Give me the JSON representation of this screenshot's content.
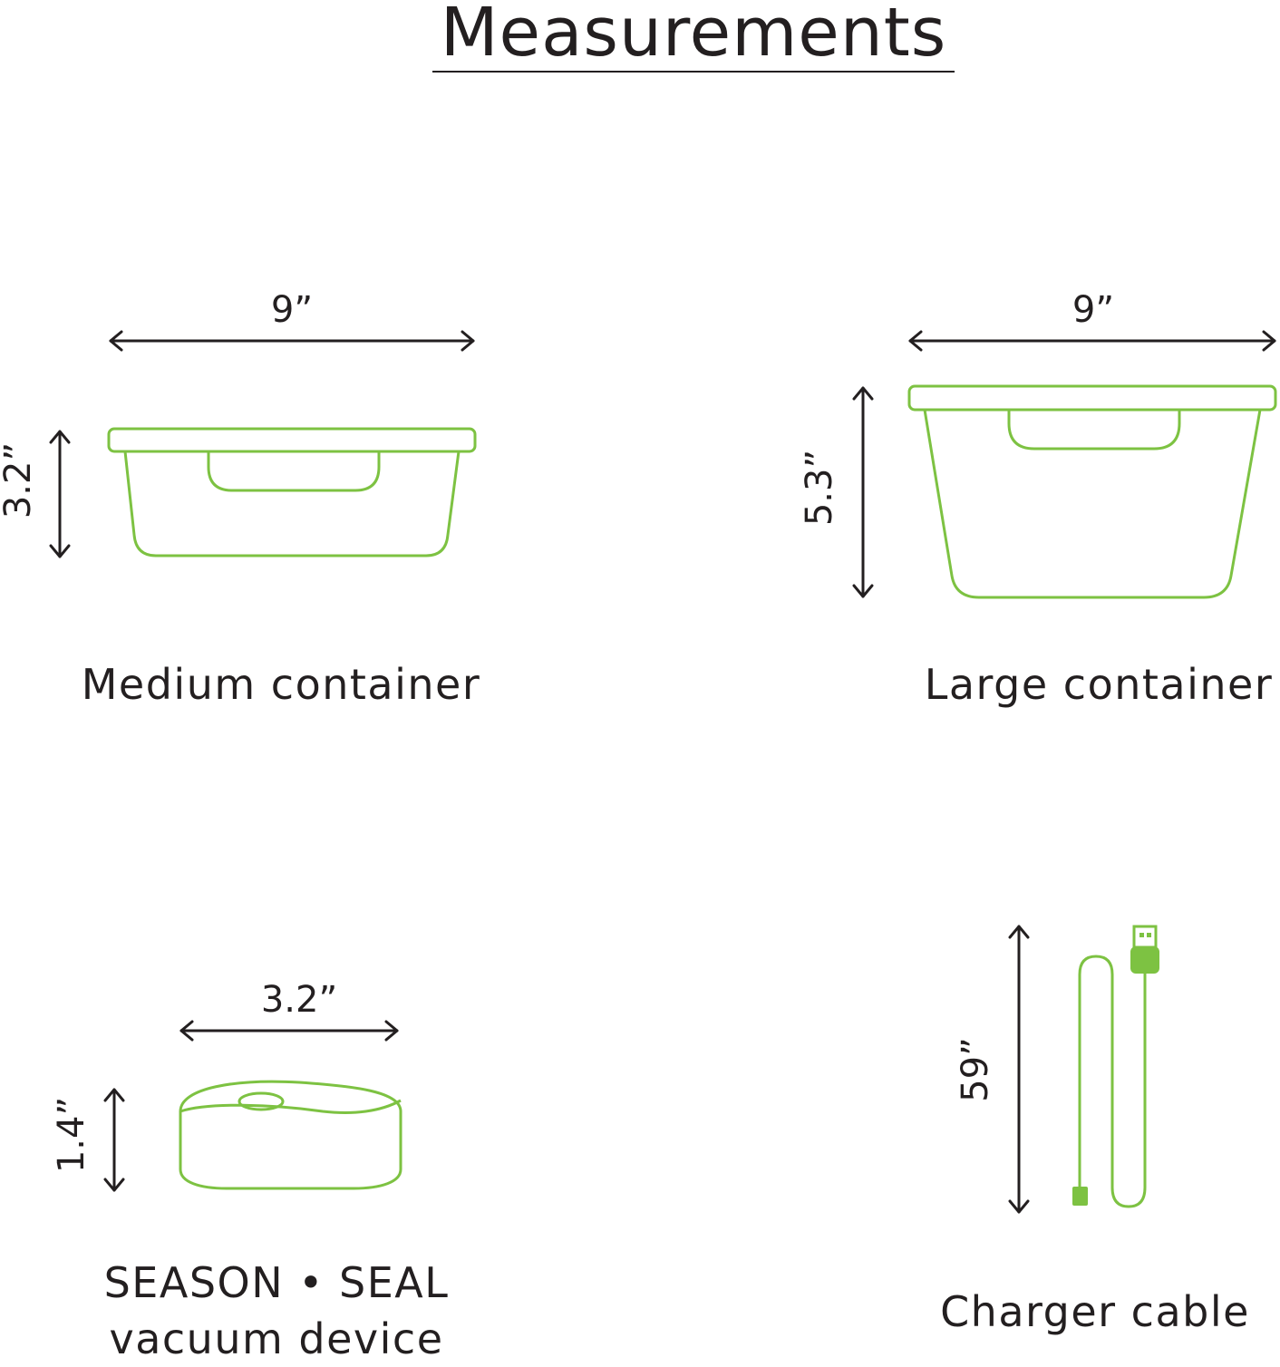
{
  "title": "Measurements",
  "colors": {
    "ink": "#231f20",
    "outline": "#7dc242",
    "fill_green": "#7dc242"
  },
  "items": {
    "medium": {
      "width": "9”",
      "height": "3.2”",
      "label": "Medium container"
    },
    "large": {
      "width": "9”",
      "height": "5.3”",
      "label": "Large container"
    },
    "device": {
      "width": "3.2”",
      "height": "1.4”",
      "label_line1": "SEASON • SEAL",
      "label_line2": "vacuum device"
    },
    "cable": {
      "length": "59”",
      "label": "Charger cable"
    }
  }
}
